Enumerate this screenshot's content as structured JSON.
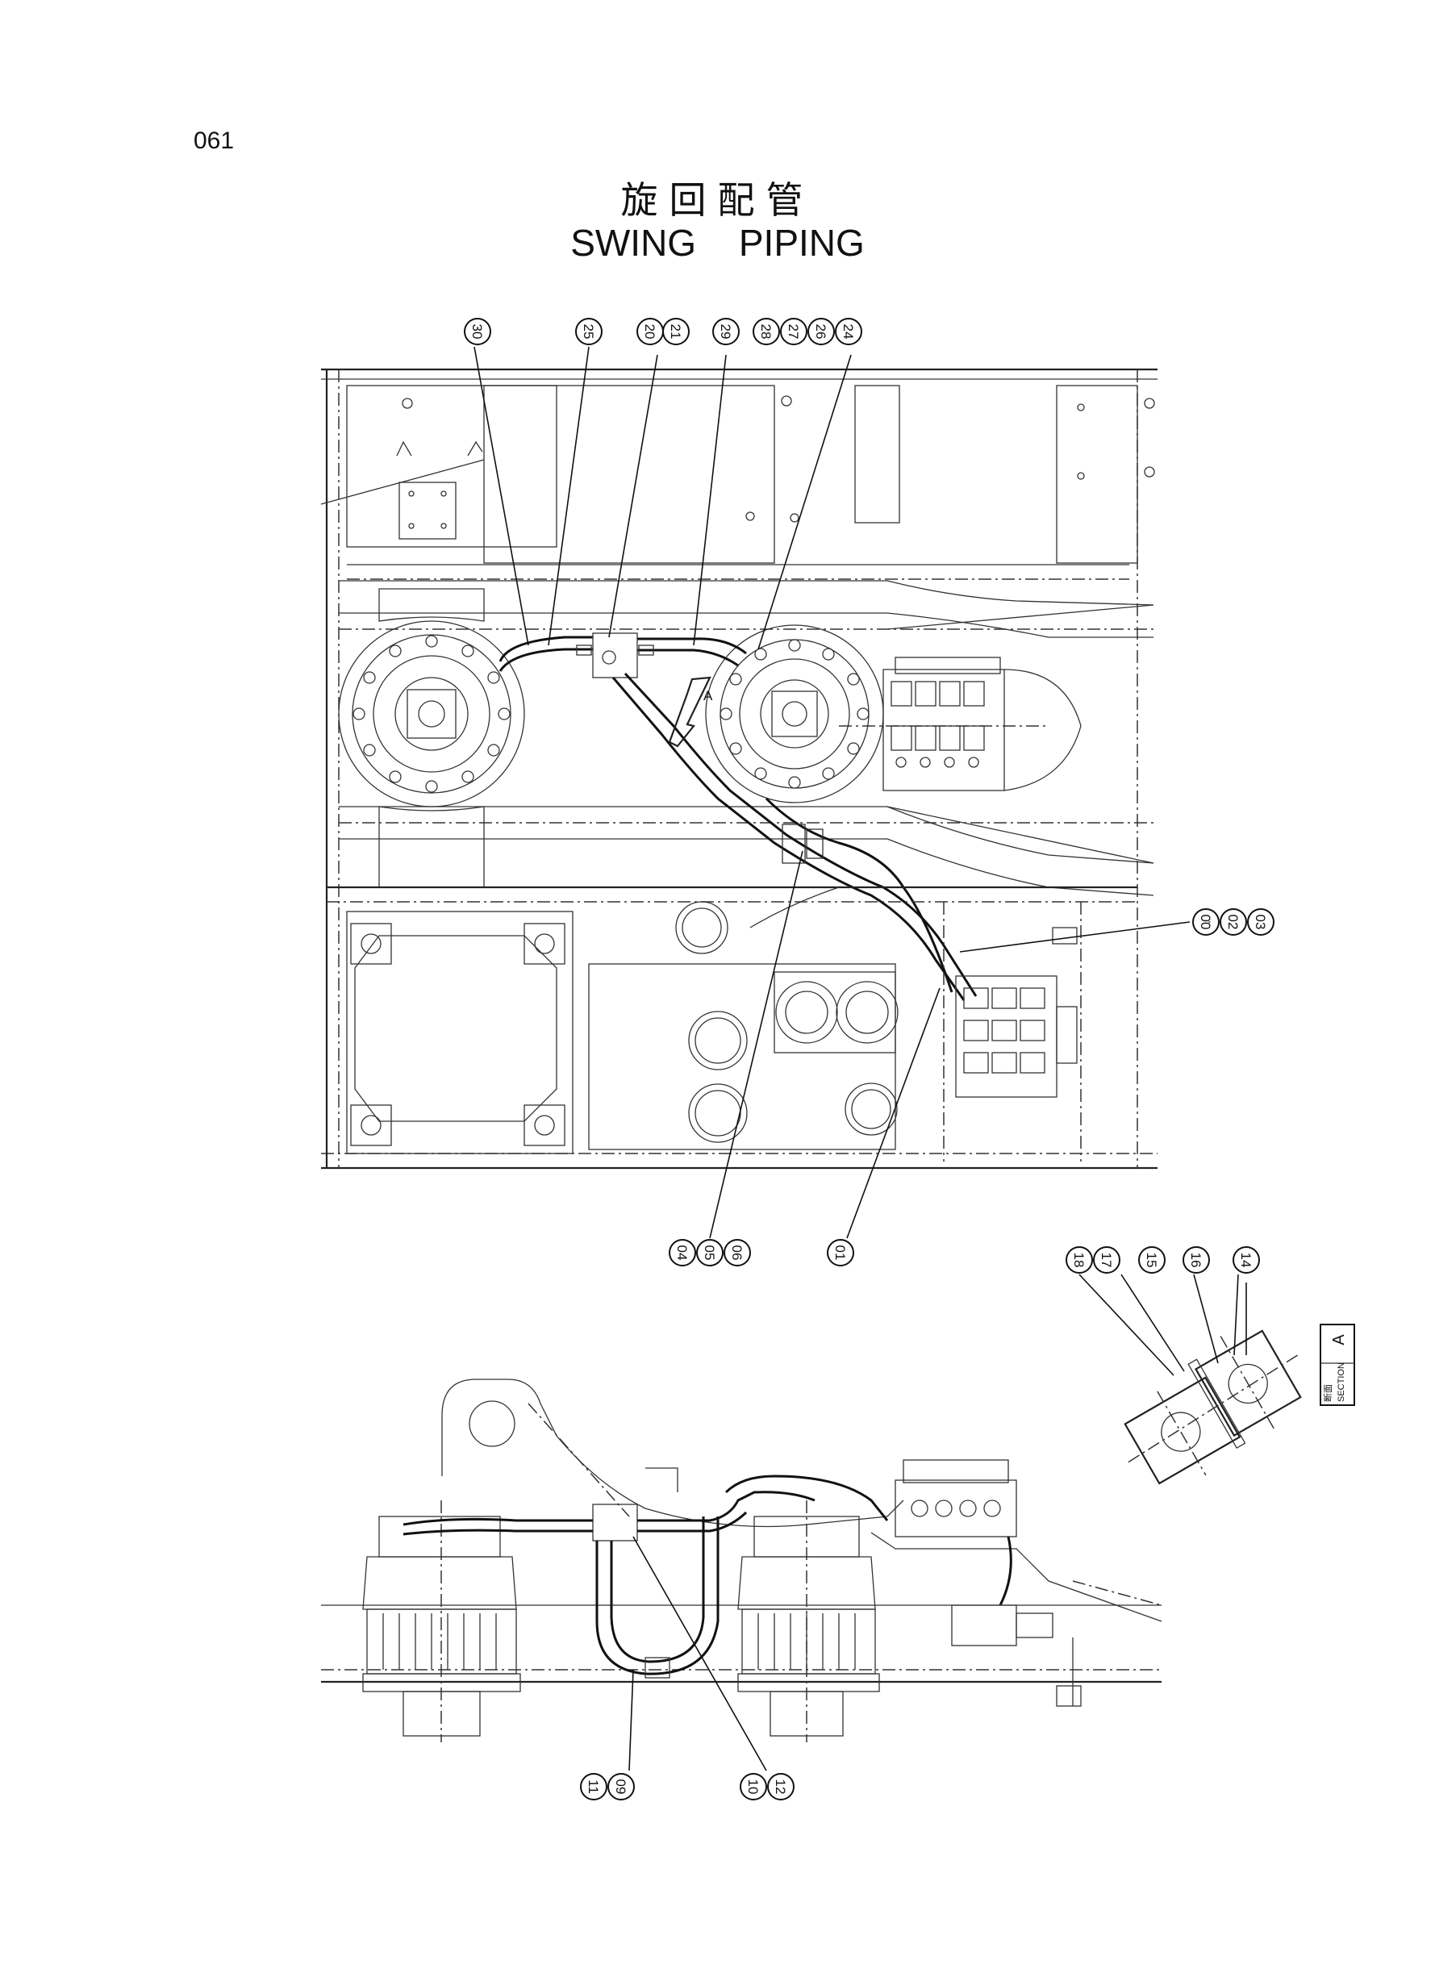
{
  "page_number": "061",
  "title_jp": "旋回配管",
  "title_en": "SWING  PIPING",
  "section_label": {
    "jp": "断面",
    "en": "SECTION",
    "letter": "A"
  },
  "view_marker": "A",
  "callouts": {
    "c30": "30",
    "c25": "25",
    "c20": "20",
    "c21": "21",
    "c29": "29",
    "c28": "28",
    "c27": "27",
    "c26": "26",
    "c24": "24",
    "c00": "00",
    "c02": "02",
    "c03": "03",
    "c04": "04",
    "c05": "05",
    "c06": "06",
    "c01": "01",
    "c18": "18",
    "c17": "17",
    "c15": "15",
    "c16": "16",
    "c14": "14",
    "c11": "11",
    "c09": "09",
    "c10": "10",
    "c12": "12"
  }
}
